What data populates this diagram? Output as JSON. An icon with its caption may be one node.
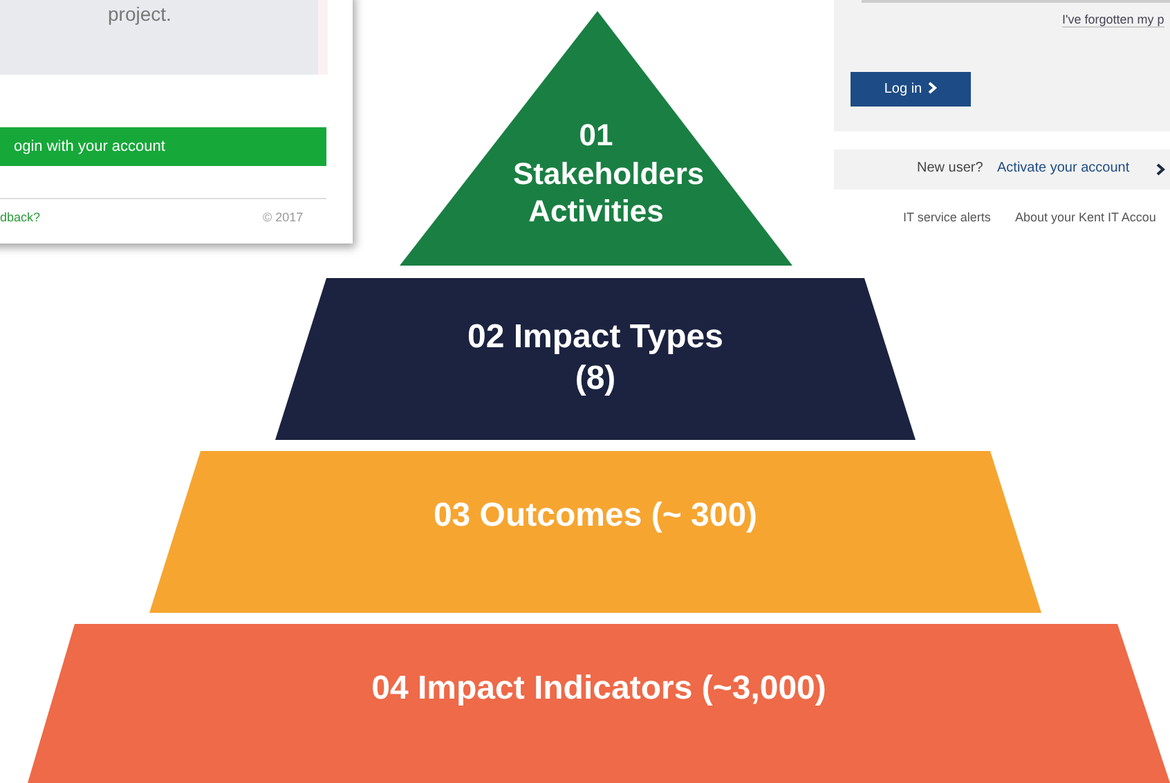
{
  "diagram": {
    "nodes": [
      {
        "text": [
          "01 Stakeholders Activities"
        ]
      },
      {
        "text": [
          "02 Impact Types (8)"
        ]
      },
      {
        "text": [
          "03 Outcomes (~ 300)"
        ]
      },
      {
        "text": [
          "04 Impact Indicators (~3,000)"
        ]
      }
    ],
    "labels": [
      "project.",
      "ogin with your account",
      "dback?",
      "© 2017",
      "I've forgotten my p",
      "Log in",
      "New user?",
      "Activate your account",
      "IT service alerts",
      "About your Kent IT Accou"
    ]
  }
}
